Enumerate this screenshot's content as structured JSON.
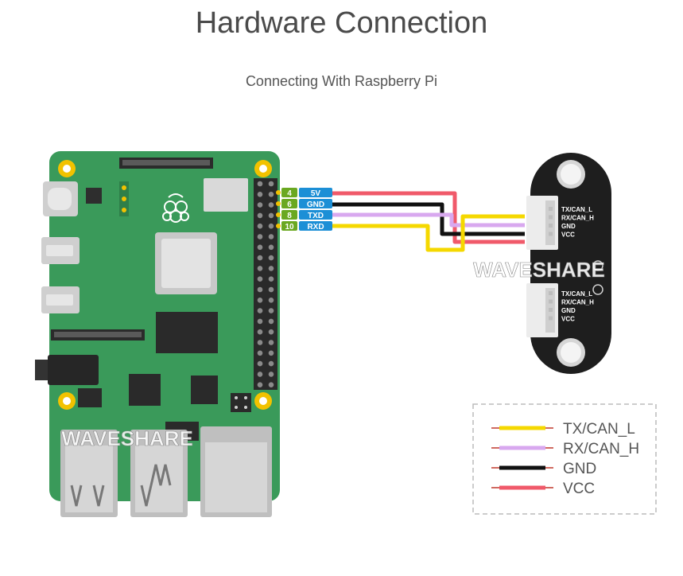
{
  "title": "Hardware Connection",
  "subtitle": "Connecting With Raspberry Pi",
  "pi_brand": "WAVESHARE",
  "module_brand": "WAVESHARE",
  "pins": [
    {
      "num": "4",
      "label": "5V"
    },
    {
      "num": "6",
      "label": "GND"
    },
    {
      "num": "8",
      "label": "TXD"
    },
    {
      "num": "10",
      "label": "RXD"
    }
  ],
  "module_connector_top": [
    "TX/CAN_L",
    "RX/CAN_H",
    "GND",
    "VCC"
  ],
  "module_connector_bottom": [
    "TX/CAN_L",
    "RX/CAN_H",
    "GND",
    "VCC"
  ],
  "legend": [
    {
      "label": "TX/CAN_L",
      "color": "#f5d800"
    },
    {
      "label": "RX/CAN_H",
      "color": "#d8a8ef"
    },
    {
      "label": "GND",
      "color": "#111111"
    },
    {
      "label": "VCC",
      "color": "#f05a6a"
    }
  ],
  "colors": {
    "board": "#3a9a5a",
    "board_dark": "#2f7f49",
    "mount_hole": "#f2c200",
    "module": "#1e1e1e",
    "pin_num_bg": "#6aa821",
    "pin_label_bg": "#1c8fd6"
  }
}
